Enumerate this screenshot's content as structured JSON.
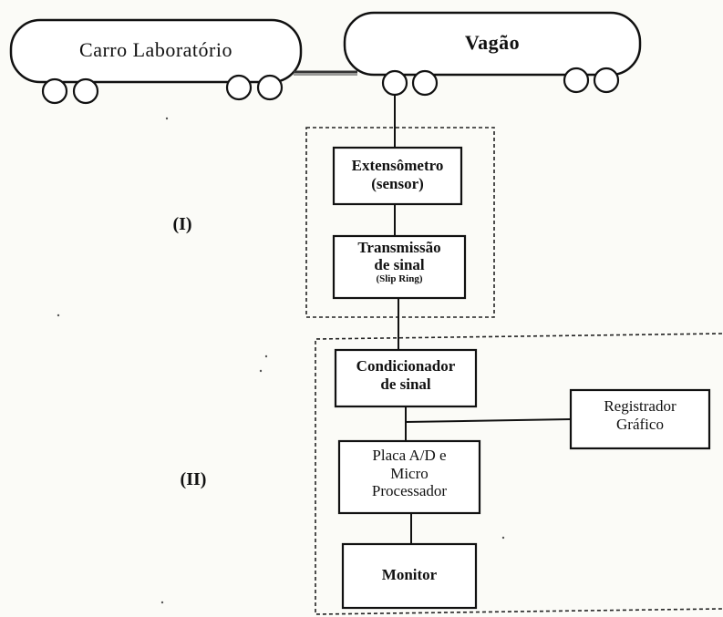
{
  "cars": {
    "left": "Carro Laboratório",
    "right": "Vagão"
  },
  "group_i": {
    "label": "(I)",
    "sensor_line1": "Extensômetro",
    "sensor_line2": "(sensor)",
    "transmission_line1": "Transmissão",
    "transmission_line2": "de sinal",
    "transmission_line3": "(Slip Ring)"
  },
  "group_ii": {
    "label": "(II)",
    "conditioner_line1": "Condicionador",
    "conditioner_line2": "de sinal",
    "recorder_line1": "Registrador",
    "recorder_line2": "Gráfico",
    "adc_line1": "Placa A/D e",
    "adc_line2": "Micro",
    "adc_line3": "Processador",
    "monitor": "Monitor"
  }
}
